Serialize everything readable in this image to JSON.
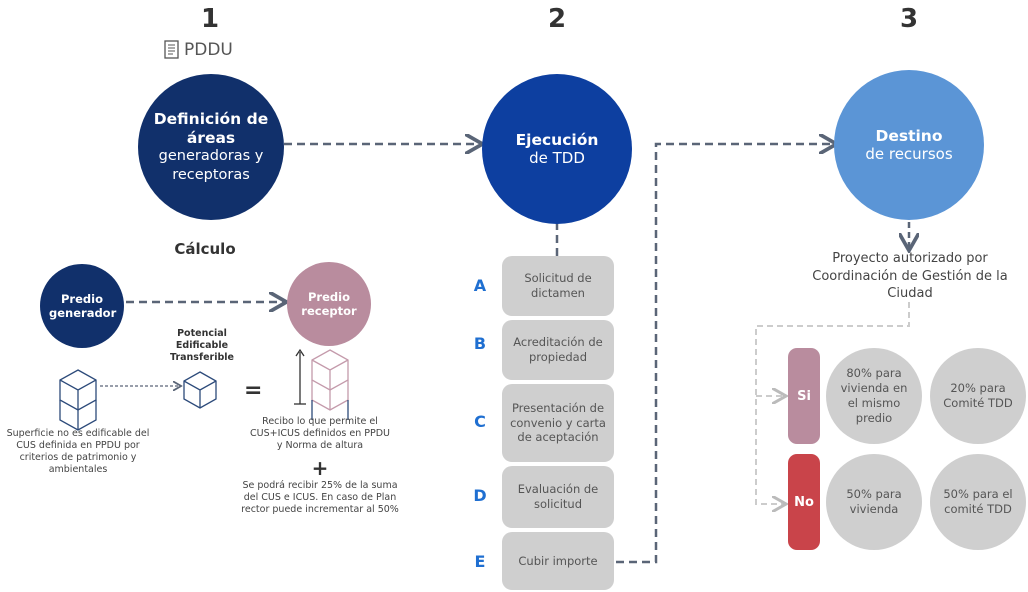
{
  "steps": [
    "1",
    "2",
    "3"
  ],
  "pddu": {
    "label": "PDDU",
    "icon": "document-icon"
  },
  "circle1": {
    "bold": "Definición de áreas",
    "rest": "generadoras y receptoras",
    "color": "#11306b"
  },
  "circle2": {
    "bold": "Ejecución",
    "rest": "de TDD",
    "color": "#0d3fa0"
  },
  "circle3": {
    "bold": "Destino",
    "rest": "de recursos",
    "color": "#5b95d6"
  },
  "calculo": {
    "title": "Cálculo",
    "generador": "Predio generador",
    "receptor": "Predio receptor",
    "potencial": "Potencial Edificable Transferible",
    "equals": "=",
    "plus": "+",
    "left_text": "Superficie no es edificable del CUS definida en PPDU por criterios de patrimonio y ambientales",
    "right_text1": "Recibo lo que permite el CUS+ICUS definidos en PPDU y Norma de altura",
    "right_text2": "Se podrá recibir 25% de la suma del CUS e ICUS. En caso de Plan rector puede incrementar al 50%"
  },
  "execution_steps": [
    {
      "letter": "A",
      "label": "Solicitud de dictamen"
    },
    {
      "letter": "B",
      "label": "Acreditación de propiedad"
    },
    {
      "letter": "C",
      "label": "Presentación de convenio y carta de aceptación"
    },
    {
      "letter": "D",
      "label": "Evaluación de solicitud"
    },
    {
      "letter": "E",
      "label": "Cubir importe"
    }
  ],
  "destino": {
    "proyecto": "Proyecto autorizado por Coordinación de Gestión de la Ciudad",
    "si": {
      "label": "Si",
      "color": "#b98c9e",
      "a": "80% para vivienda en el mismo predio",
      "b": "20% para Comité TDD"
    },
    "no": {
      "label": "No",
      "color": "#c9444a",
      "a": "50% para vivienda",
      "b": "50% para el comité TDD"
    }
  }
}
